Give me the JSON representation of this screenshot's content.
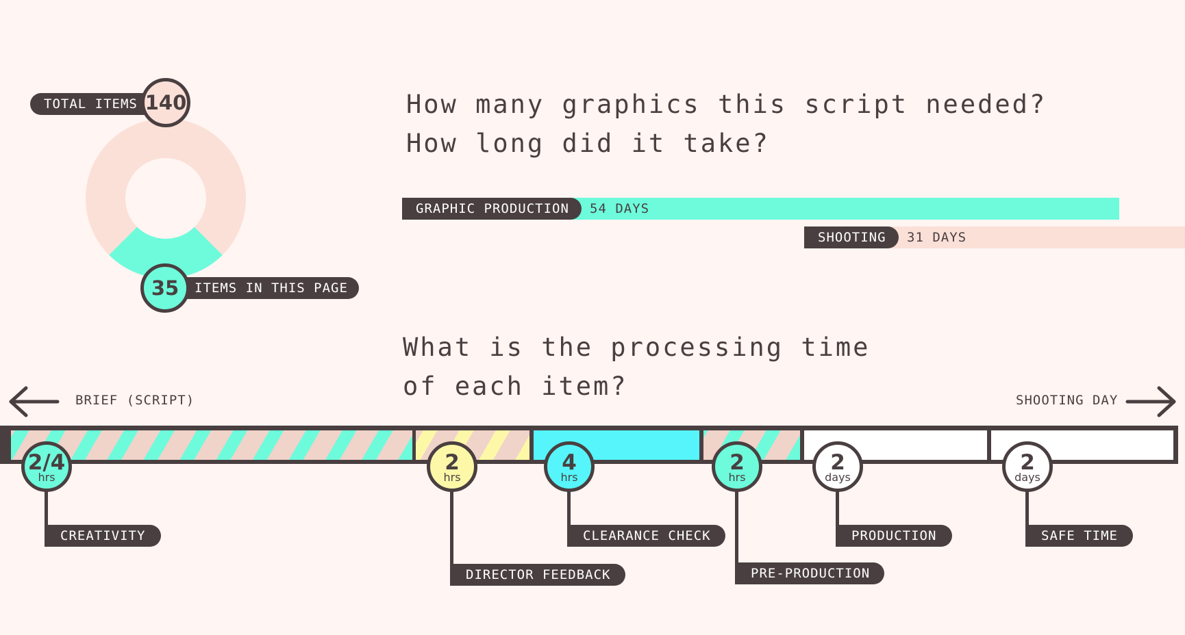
{
  "colors": {
    "background": "#fff5f2",
    "dark": "#4a3f40",
    "mint": "#6dfbdc",
    "peach": "#fbe0d8",
    "yellow": "#fcf8a8",
    "cyan": "#55f5fb",
    "white": "#ffffff"
  },
  "summary": {
    "total_label": "TOTAL ITEMS",
    "total_value": "140",
    "page_value": "35",
    "page_label": "ITEMS IN THIS PAGE",
    "page_fraction": 0.25
  },
  "questions": {
    "q1_line1": "How many graphics this script needed?",
    "q1_line2": "How long did it take?",
    "q2_line1": "What is the processing time",
    "q2_line2": "of each item?"
  },
  "durations": {
    "graphic_production_label": "GRAPHIC PRODUCTION",
    "graphic_production_value": "54 DAYS",
    "shooting_label": "SHOOTING",
    "shooting_value": "31 DAYS"
  },
  "timeline": {
    "start_label": "BRIEF (SCRIPT)",
    "end_label": "SHOOTING DAY",
    "start_icon": "arrow-left-icon",
    "end_icon": "arrow-right-icon",
    "steps": [
      {
        "value": "2/4",
        "unit": "hrs",
        "label": "CREATIVITY",
        "fill": "stripes-mint-peach"
      },
      {
        "value": "2",
        "unit": "hrs",
        "label": "DIRECTOR FEEDBACK",
        "fill": "stripes-yellow-peach"
      },
      {
        "value": "4",
        "unit": "hrs",
        "label": "CLEARANCE CHECK",
        "fill": "cyan"
      },
      {
        "value": "2",
        "unit": "hrs",
        "label": "PRE-PRODUCTION",
        "fill": "stripes-mint-peach"
      },
      {
        "value": "2",
        "unit": "days",
        "label": "PRODUCTION",
        "fill": "white"
      },
      {
        "value": "2",
        "unit": "days",
        "label": "SAFE TIME",
        "fill": "white"
      }
    ]
  }
}
